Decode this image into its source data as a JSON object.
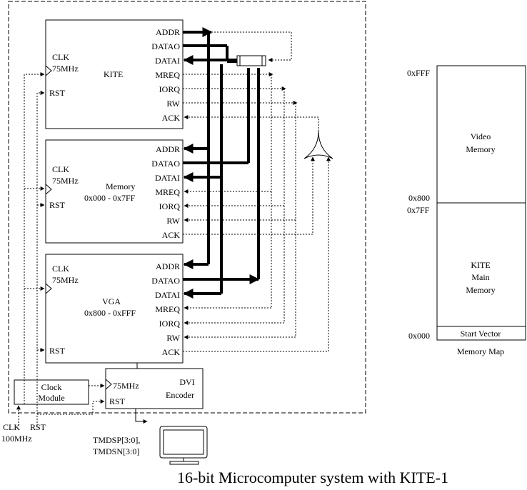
{
  "title": "16-bit Microcomputer system with KITE-1",
  "kite": {
    "clk": "CLK",
    "clk_freq": "75MHz",
    "rst": "RST",
    "name": "KITE",
    "ports": [
      "ADDR",
      "DATAO",
      "DATAI",
      "MREQ",
      "IORQ",
      "RW",
      "ACK"
    ]
  },
  "memory": {
    "clk": "CLK",
    "clk_freq": "75MHz",
    "rst": "RST",
    "name": "Memory",
    "range": "0x000 - 0x7FF",
    "ports": [
      "ADDR",
      "DATAO",
      "DATAI",
      "MREQ",
      "IORQ",
      "RW",
      "ACK"
    ]
  },
  "vga": {
    "clk": "CLK",
    "clk_freq": "75MHz",
    "rst": "RST",
    "name": "VGA",
    "range": "0x800 - 0xFFF",
    "ports": [
      "ADDR",
      "DATAO",
      "DATAI",
      "MREQ",
      "IORQ",
      "RW",
      "ACK"
    ]
  },
  "clock_module": {
    "line1": "Clock",
    "line2": "Module"
  },
  "dvi": {
    "line1": "DVI",
    "line2": "Encoder",
    "clk_in": "75MHz",
    "rst": "RST"
  },
  "external": {
    "clk": "CLK",
    "rst": "RST",
    "freq": "100MHz",
    "tmdsp": "TMDSP[3:0],",
    "tmdsn": "TMDSN[3:0]"
  },
  "memory_map": {
    "caption": "Memory Map",
    "top_addr": "0xFFF",
    "mid_addr_high": "0x800",
    "mid_addr_low": "0x7FF",
    "bottom_addr": "0x000",
    "video": [
      "Video",
      "Memory"
    ],
    "main": [
      "KITE",
      "Main",
      "Memory"
    ],
    "start_vector": "Start Vector"
  }
}
